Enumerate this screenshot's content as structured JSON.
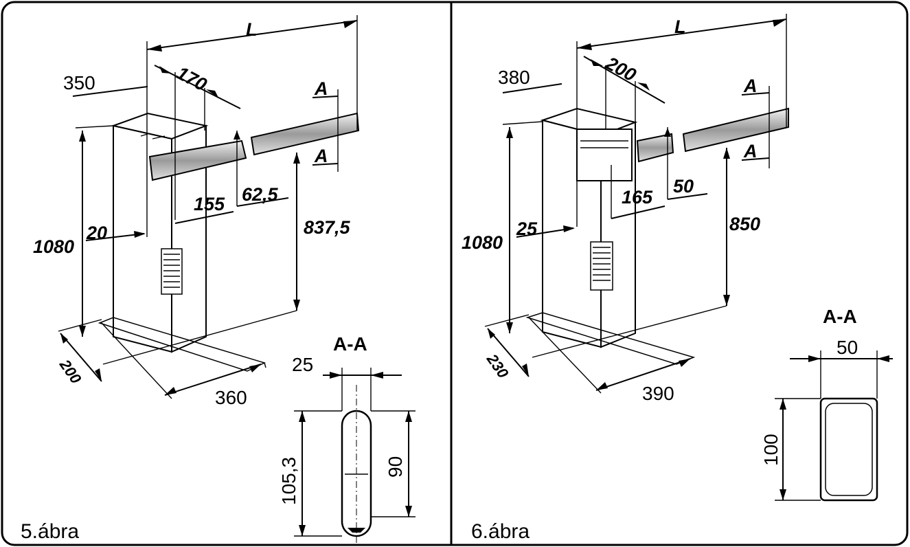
{
  "colors": {
    "background": "#ffffff",
    "ink": "#000000",
    "panel_shading": "#cfcfcf"
  },
  "panel5": {
    "caption": "5.ábra",
    "L": "L",
    "width_top": "350",
    "arm_offset": "170",
    "section_mark_top": "A",
    "section_mark_bottom": "A",
    "height_total": "1080",
    "edge_offset": "20",
    "arm_axis": "155",
    "arm_gap": "62,5",
    "arm_height": "837,5",
    "base_depth": "200",
    "base_width": "360",
    "section_title": "A-A",
    "section_width": "25",
    "section_height": "105,3",
    "section_inner": "90"
  },
  "panel6": {
    "caption": "6.ábra",
    "L": "L",
    "width_top": "380",
    "arm_offset": "200",
    "section_mark_top": "A",
    "section_mark_bottom": "A",
    "height_total": "1080",
    "edge_offset": "25",
    "arm_axis": "165",
    "arm_gap": "50",
    "arm_height": "850",
    "base_depth": "230",
    "base_width": "390",
    "section_title": "A-A",
    "section_width": "50",
    "section_height": "100"
  }
}
